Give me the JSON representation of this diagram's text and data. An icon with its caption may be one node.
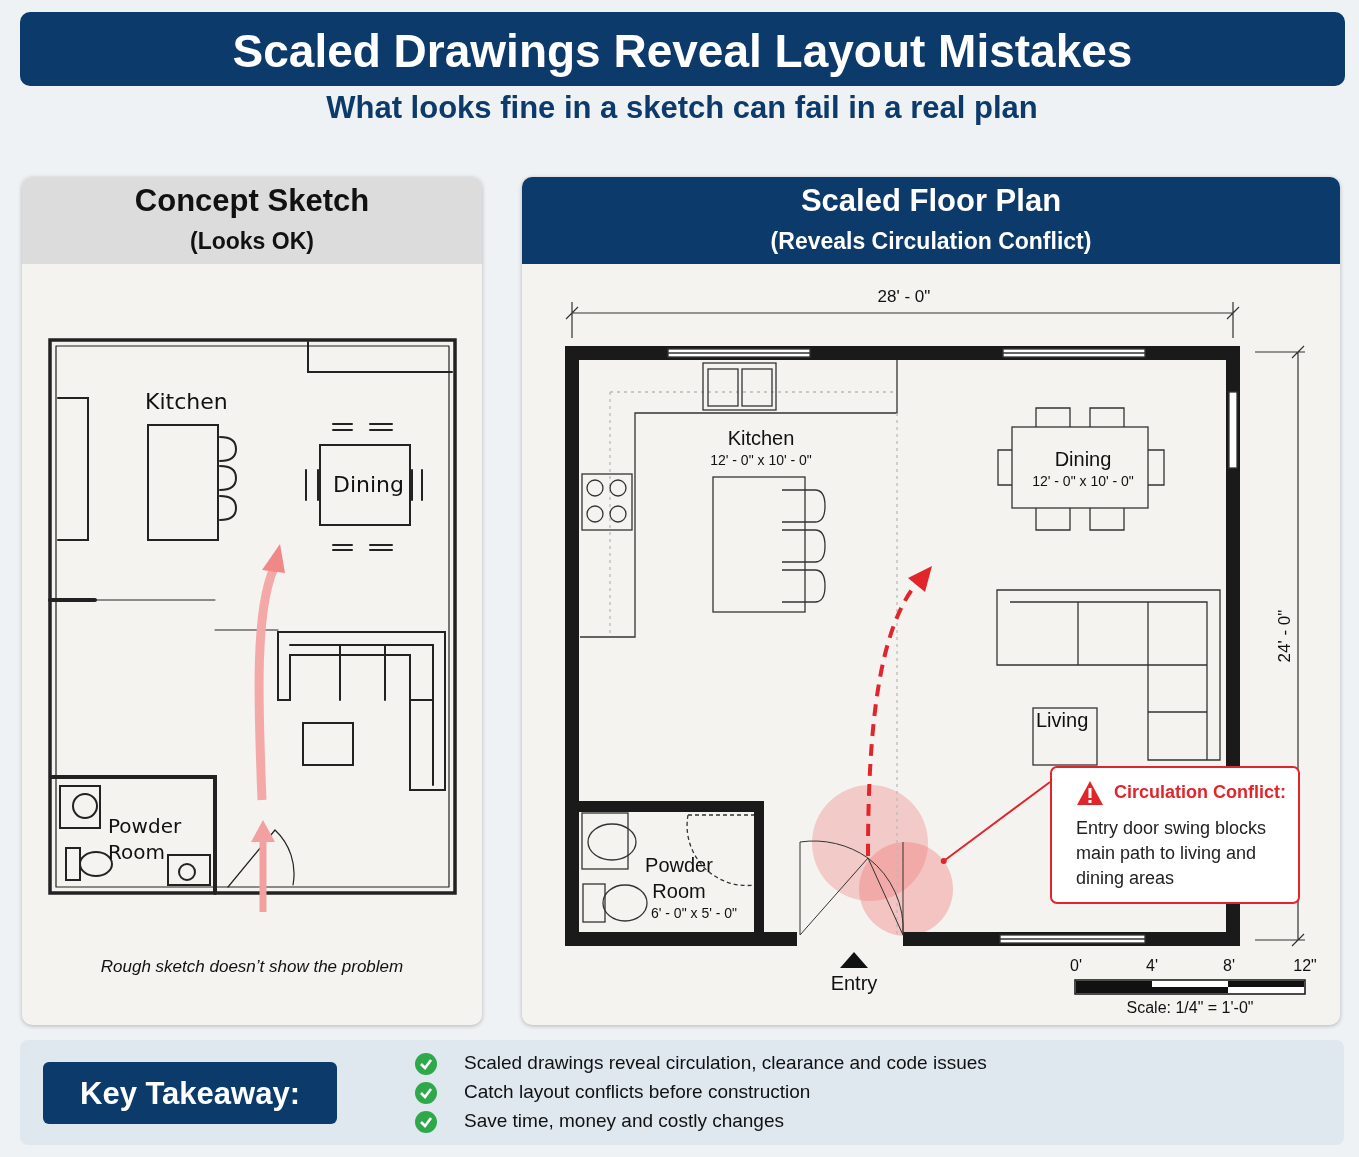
{
  "diagram": {
    "title": "Scaled Drawings Reveal Layout Mistakes",
    "nodes": [
      {
        "text": [
          "Concept Sketch",
          "(Looks OK)"
        ]
      },
      {
        "text": [
          "Scaled Floor Plan",
          "(Reveals Circulation Conflict)"
        ]
      },
      {
        "text": [
          "Circulation Conflict:",
          "Entry door swing blocks main path to living and dining areas"
        ],
        "in": 1
      },
      {
        "text": [],
        "shape": "circle",
        "in": 1
      },
      {
        "text": [
          "Key Takeaway:"
        ]
      }
    ],
    "edges": [
      {
        "from": 2,
        "to": 3,
        "arrow": "other",
        "color": "#e0262b"
      }
    ],
    "labels": [
      "What looks fine in a sketch can fail in a real plan",
      "Kitchen",
      "Dining",
      "Powder Room",
      "Rough sketch doesn’t show the problem",
      "28' - 0\"",
      "Kitchen",
      "12' - 0\" x 10' - 0\"",
      "Dining",
      "12' - 0\" x 10' - 0\"",
      "24' - 0\"",
      "Living",
      "Powder Room",
      "6' - 0\" x 5' - 0\"",
      "Entry",
      "0'",
      "4'",
      "8'",
      "12\"",
      "Scale: 1/4\" = 1'-0\"",
      "Scaled drawings reveal circulation, clearance and code issues",
      "Catch layout conflicts before construction",
      "Save time, money and costly changes"
    ]
  }
}
